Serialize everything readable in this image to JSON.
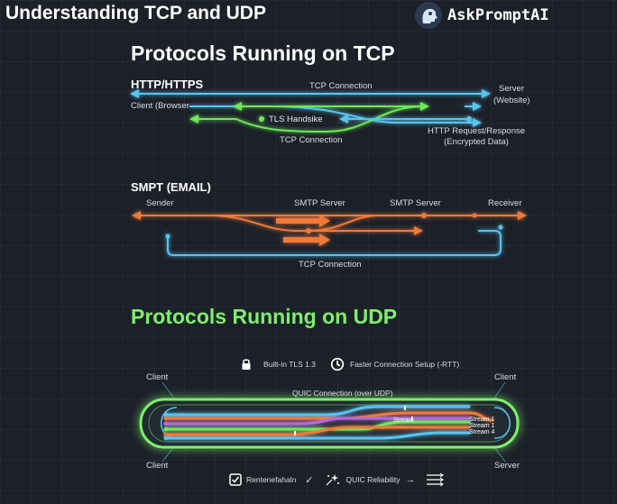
{
  "page": {
    "title": "Understanding TCP and UDP"
  },
  "brand": {
    "name": "AskPromptAI",
    "logo_icon": "head-profile-icon"
  },
  "tcp": {
    "heading": "Protocols Running on TCP",
    "http": {
      "title": "HTTP/HTTPS",
      "tcp_connection_top": "TCP Connection",
      "server": "Server",
      "server_sub": "(Website)",
      "client": "Client (Browser",
      "tls": "TLS Handsike",
      "tcp_connection_bottom": "TCP Connection",
      "request": "HTTP Request/Response",
      "request_sub": "(Encrypted Data)"
    },
    "smtp": {
      "title": "SMPT (EMAIL)",
      "sender": "Sender",
      "smtp_server_1": "SMTP Server",
      "smtp_server_2": "SMTP Server",
      "receiver": "Receiver",
      "tcp_connection": "TCP Connection"
    }
  },
  "udp": {
    "heading": "Protocols Running on UDP",
    "features": [
      {
        "icon": "lock-icon",
        "label": "Built-in TLS 1.3"
      },
      {
        "icon": "clock-icon",
        "label": "Faster Connection Setup (-RTT)"
      }
    ],
    "quic_connection": "QUIC Connection (over UDP)",
    "client_tl": "Client",
    "client_tr": "Client",
    "client_bl": "Client",
    "server_br": "Server",
    "stream_1": "Stream 1",
    "stream_2": "Stream 1",
    "stream_3": "Stream 4",
    "stream_mid": "Stream",
    "footer": [
      {
        "icon": "checkbox-icon",
        "label": "Rentenefahaln",
        "trail": "✓"
      },
      {
        "icon": "sparkle-icon",
        "label": "QUIC Reliability",
        "trail": "→"
      },
      {
        "icon": "streams-icon",
        "label": ""
      }
    ]
  },
  "colors": {
    "background": "#1c2129",
    "tcp_blue": "#58c4f0",
    "tls_green": "#6ee85a",
    "smtp_orange": "#f07a3a",
    "udp_green": "#7ef06a"
  }
}
